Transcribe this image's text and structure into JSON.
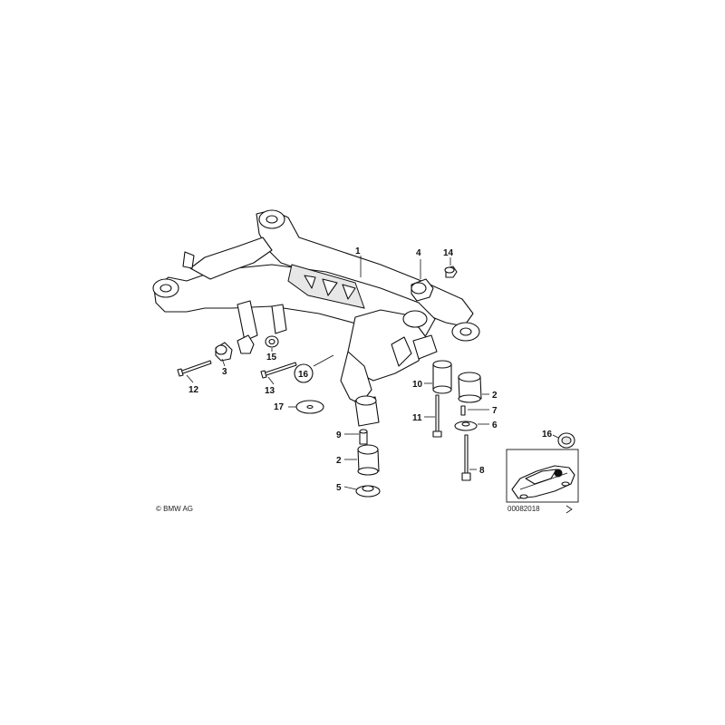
{
  "diagram": {
    "copyright": "© BMW AG",
    "drawing_number": "00082018",
    "callouts": [
      {
        "id": "c1",
        "text": "1",
        "circled": false
      },
      {
        "id": "c4",
        "text": "4",
        "circled": false
      },
      {
        "id": "c14",
        "text": "14",
        "circled": false
      },
      {
        "id": "c3",
        "text": "3",
        "circled": false
      },
      {
        "id": "c12",
        "text": "12",
        "circled": false
      },
      {
        "id": "c15",
        "text": "15",
        "circled": false
      },
      {
        "id": "c13",
        "text": "13",
        "circled": false
      },
      {
        "id": "c16a",
        "text": "16",
        "circled": true
      },
      {
        "id": "c17",
        "text": "17",
        "circled": false
      },
      {
        "id": "c9",
        "text": "9",
        "circled": false
      },
      {
        "id": "c2a",
        "text": "2",
        "circled": false
      },
      {
        "id": "c5",
        "text": "5",
        "circled": false
      },
      {
        "id": "c10",
        "text": "10",
        "circled": false
      },
      {
        "id": "c11",
        "text": "11",
        "circled": false
      },
      {
        "id": "c2b",
        "text": "2",
        "circled": false
      },
      {
        "id": "c7",
        "text": "7",
        "circled": false
      },
      {
        "id": "c6",
        "text": "6",
        "circled": false
      },
      {
        "id": "c8",
        "text": "8",
        "circled": false
      },
      {
        "id": "c16b",
        "text": "16",
        "circled": false
      }
    ]
  }
}
